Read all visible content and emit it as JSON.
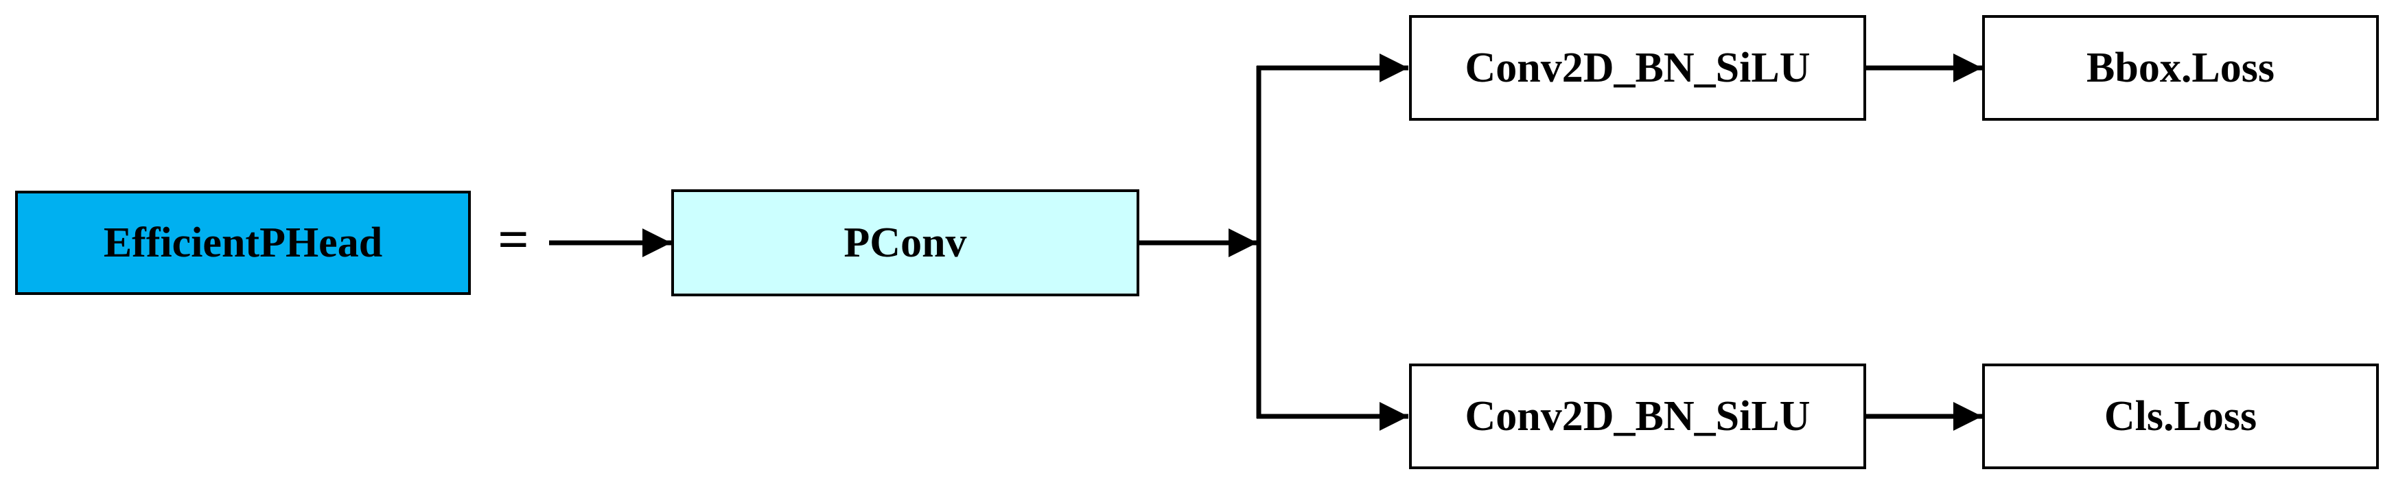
{
  "diagram": {
    "main_block": {
      "label": "EfficientPHead",
      "fill": "#00b0f0"
    },
    "equals_sign": "=",
    "pconv": {
      "label": "PConv",
      "fill": "#ccffff"
    },
    "conv_top": {
      "label": "Conv2D_BN_SiLU",
      "fill": "#ffffff"
    },
    "conv_bottom": {
      "label": "Conv2D_BN_SiLU",
      "fill": "#ffffff"
    },
    "bbox_loss": {
      "label": "Bbox.Loss",
      "fill": "#ffffff"
    },
    "cls_loss": {
      "label": "Cls.Loss",
      "fill": "#ffffff"
    },
    "line_color": "#000000"
  }
}
